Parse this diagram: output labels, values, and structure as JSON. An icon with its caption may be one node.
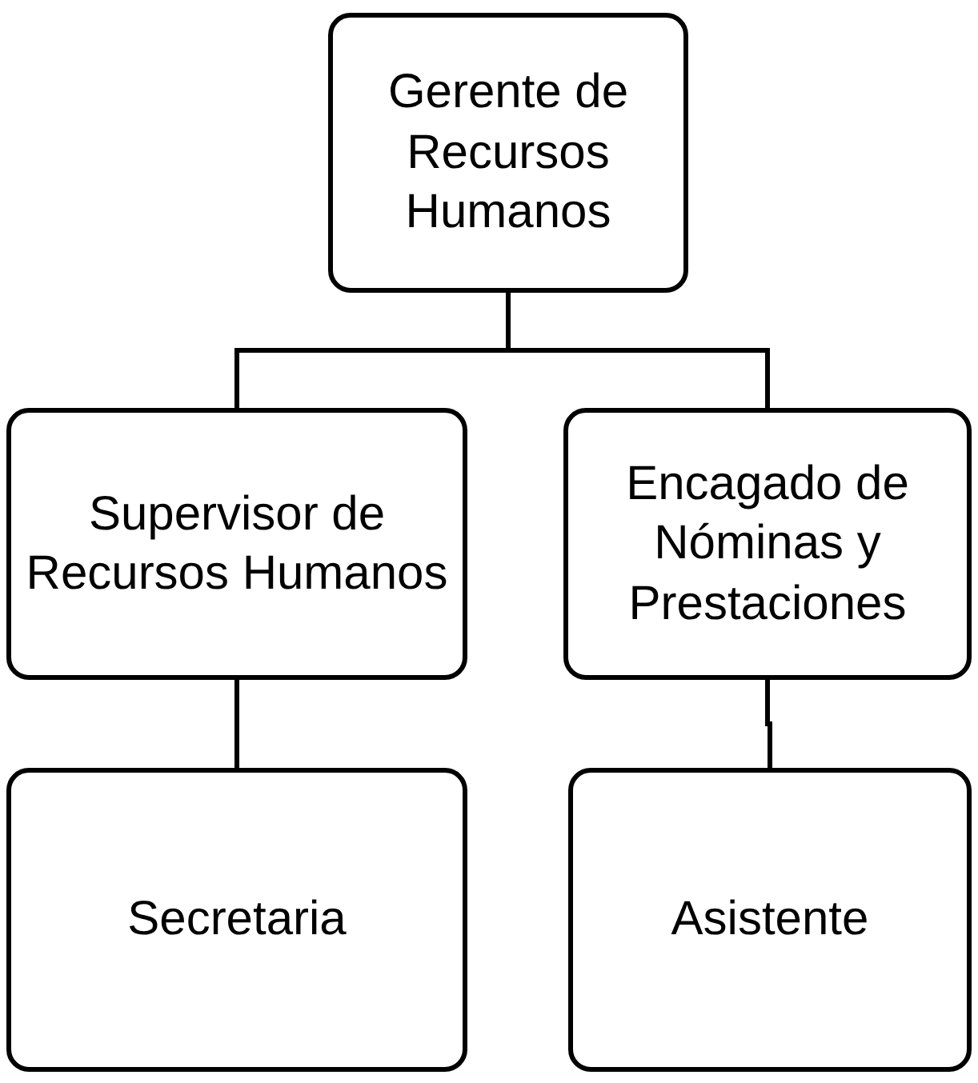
{
  "diagram": {
    "nodes": [
      {
        "text": [
          "Gerente de Recursos Humanos"
        ]
      },
      {
        "text": [
          "Supervisor de Recursos Humanos"
        ]
      },
      {
        "text": [
          "Encagado de Nóminas y Prestaciones"
        ]
      },
      {
        "text": [
          "Secretaria"
        ]
      },
      {
        "text": [
          "Asistente"
        ]
      }
    ],
    "edges": [
      {
        "from": 0,
        "to": 1,
        "arrow": "none"
      },
      {
        "from": 0,
        "to": 2,
        "arrow": "none"
      },
      {
        "from": 1,
        "to": 3,
        "arrow": "none"
      },
      {
        "from": 2,
        "to": 4,
        "arrow": "none"
      }
    ]
  }
}
